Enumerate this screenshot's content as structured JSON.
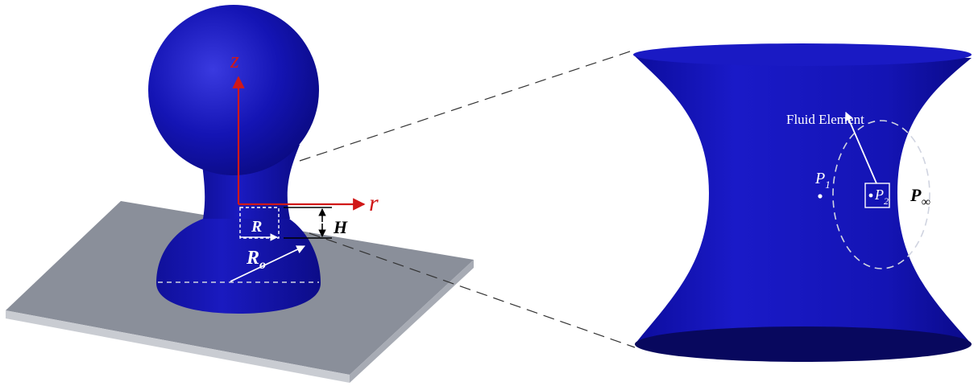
{
  "labels": {
    "z_axis": "z",
    "r_axis": "r",
    "radius_R": "R",
    "height_H": "H",
    "radius_Ro_main": "R",
    "radius_Ro_sub": "o",
    "fluid_element": "Fluid Element",
    "p1_main": "P",
    "p1_sub": "1",
    "p2_main": "P",
    "p2_sub": "2",
    "p_inf_main": "P",
    "p_inf_sub": "∞"
  },
  "colors": {
    "drop_blue": "#1414b4",
    "drop_dark": "#0a0a78",
    "axis_red": "#d01818",
    "plate_top": "#8a8f9a",
    "plate_side": "#c9ccd2",
    "annotation_white": "#ffffff",
    "dashed_gray": "#d0d4e0",
    "leader_dash": "#333333"
  }
}
